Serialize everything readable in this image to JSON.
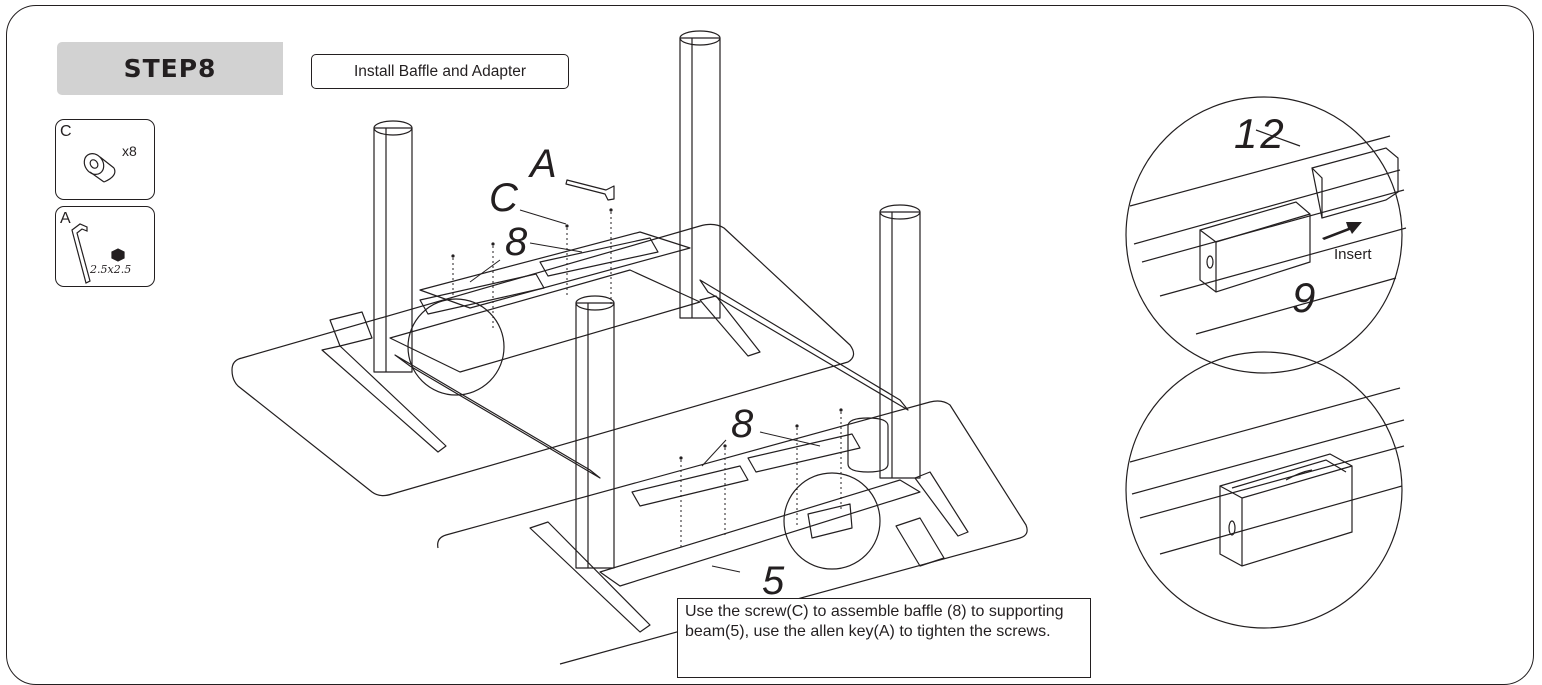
{
  "step": {
    "label": "STEP8",
    "title": "Install Baffle and Adapter"
  },
  "parts": [
    {
      "letter": "C",
      "quantity": "x8",
      "icon": "hex-socket-screw-icon"
    },
    {
      "letter": "A",
      "size": "2.5x2.5",
      "icon": "allen-key-icon"
    }
  ],
  "callouts": {
    "allen_key": "A",
    "screw": "C",
    "baffle_upper": "8",
    "baffle_lower": "8",
    "beam": "5"
  },
  "detail_top": {
    "part_upper": "12",
    "part_lower": "9",
    "action": "Insert"
  },
  "instruction": "Use the screw(C) to assemble baffle (8) to supporting beam(5), use the allen key(A) to tighten the screws.",
  "colors": {
    "line": "#231f20",
    "badge": "#d2d2d2"
  }
}
